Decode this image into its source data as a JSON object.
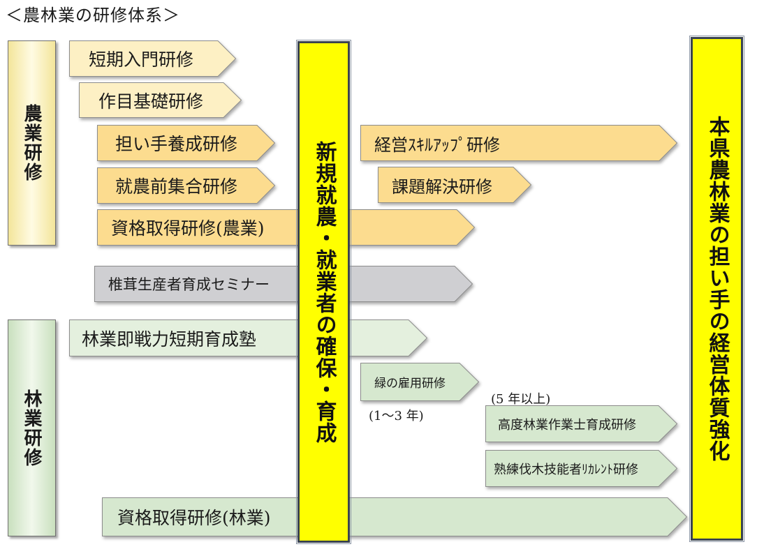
{
  "title": "＜農林業の研修体系＞",
  "categories": {
    "agriculture": "農業研修",
    "forestry": "林業研修"
  },
  "pillars": {
    "middle": "新規就農・就業者の確保・育成",
    "right": "本県農林業の担い手の経営体質強化"
  },
  "arrows": {
    "tanki": "短期入門研修",
    "sakumoku": "作目基礎研修",
    "ninaite": "担い手養成研修",
    "shunouzen": "就農前集合研修",
    "shikaku_nou": "資格取得研修(農業)",
    "shiitake": "椎茸生産者育成セミナー",
    "ringyo_sokusen": "林業即戦力短期育成塾",
    "shikaku_rin": "資格取得研修(林業)",
    "keiei": "経営ｽｷﾙｱｯﾌﾟ研修",
    "kadai": "課題解決研修",
    "midori": "緑の雇用研修",
    "kodo": "高度林業作業士育成研修",
    "jukuren": "熟練伐木技能者ﾘｶﾚﾝﾄ研修"
  },
  "notes": {
    "one_three": "(1～3 年)",
    "five_plus": "(5 年以上)"
  },
  "colors": {
    "agri_fill": "#fce9b3",
    "agri_fill_strong": "#fbd98a",
    "forest_fill": "#d6e8cf",
    "gray_fill": "#cfcfd2",
    "pillar": "#ffff00"
  }
}
